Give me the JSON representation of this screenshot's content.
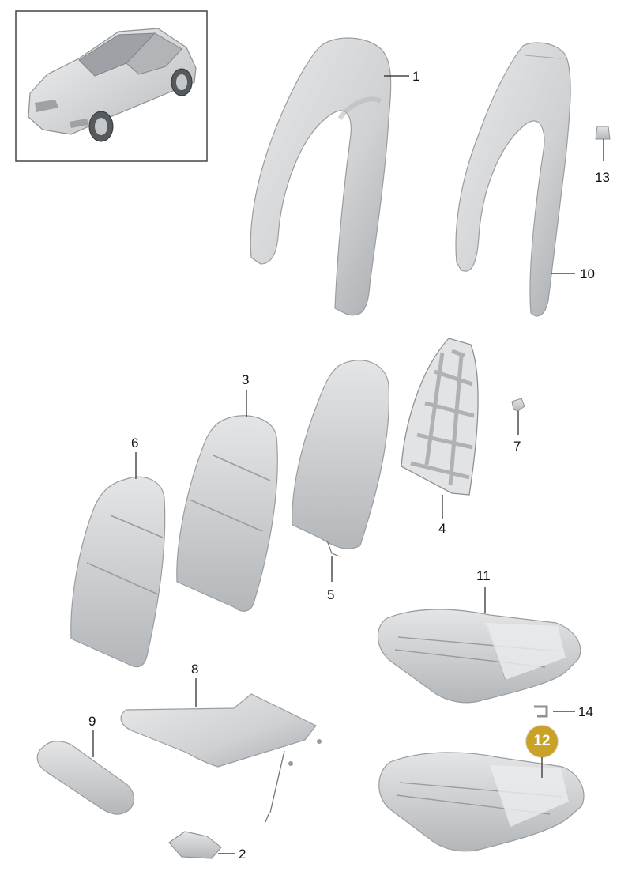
{
  "diagram": {
    "part_labels": [
      "1",
      "2",
      "3",
      "4",
      "5",
      "6",
      "7",
      "8",
      "9",
      "10",
      "11",
      "13",
      "14"
    ],
    "highlighted_part": "12"
  },
  "colors": {
    "part_fill": "#d6d8da",
    "part_shade": "#aeb1b4",
    "part_stroke": "#9a9da0",
    "leader_line": "#222222",
    "highlight_badge": "#c9a227",
    "inset_border": "#444444"
  }
}
